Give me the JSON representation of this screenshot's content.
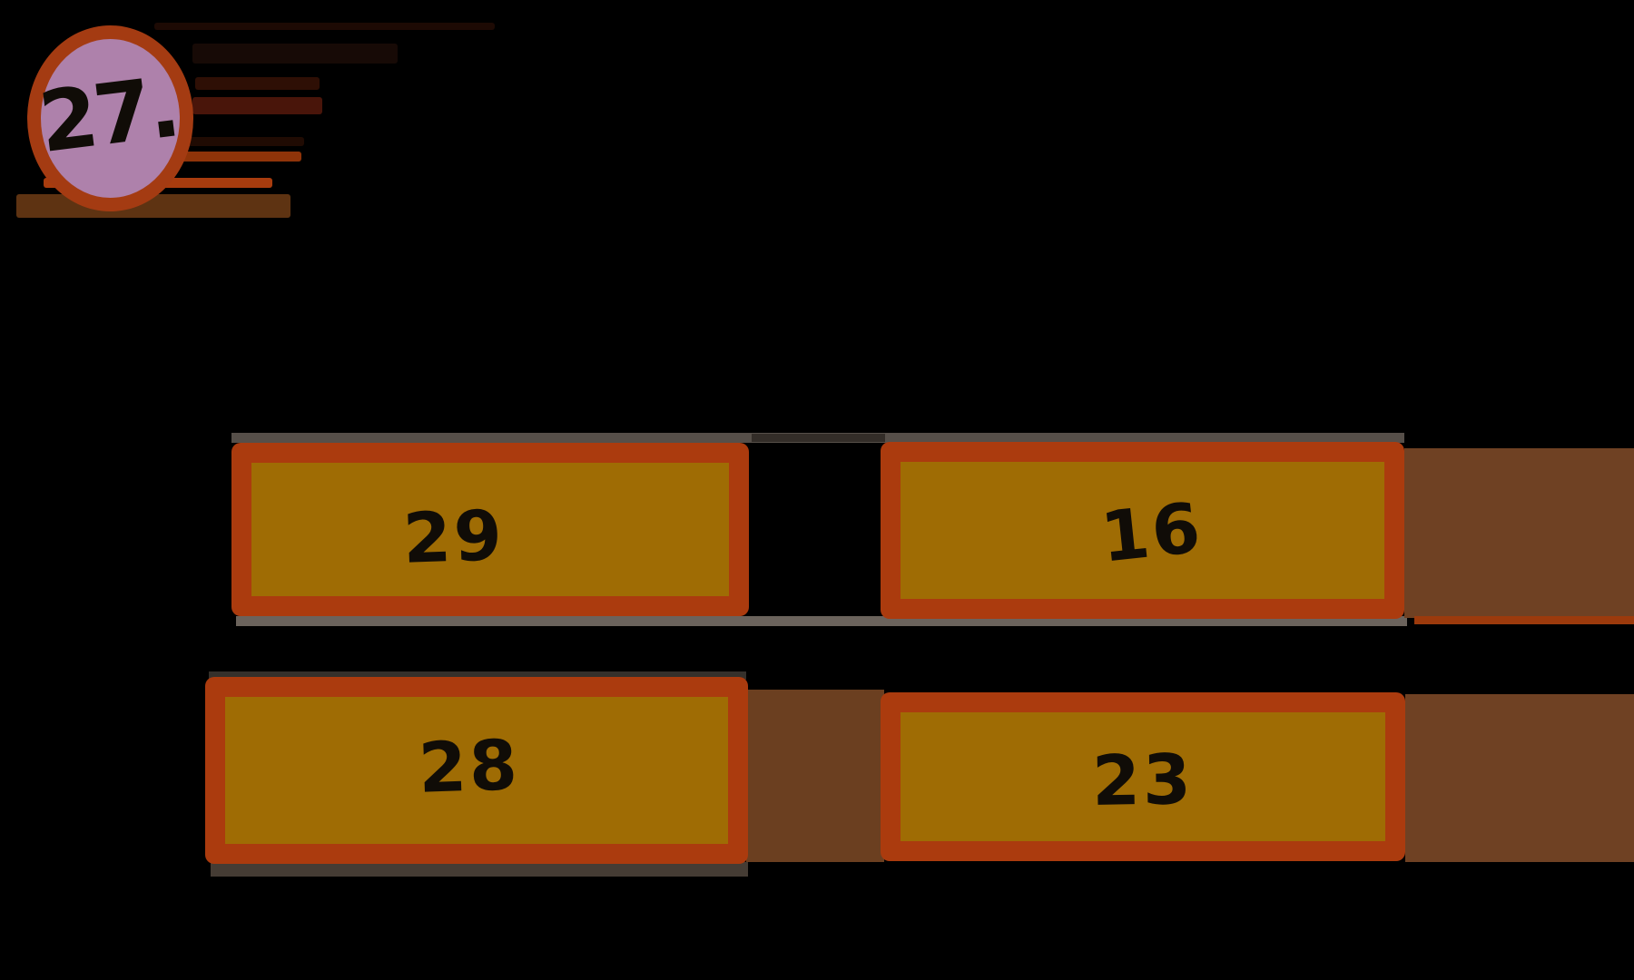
{
  "badge": {
    "label": "27."
  },
  "answers": [
    {
      "label": "29"
    },
    {
      "label": "16"
    },
    {
      "label": "28"
    },
    {
      "label": "23"
    }
  ],
  "colors": {
    "background": "#000000",
    "circle_fill": "#ae81ab",
    "circle_ring": "#a43b12",
    "box_fill": "#9f6c04",
    "box_border": "#ab3b0e",
    "trail_brown": "#6f4123",
    "ink": "#100c07"
  }
}
